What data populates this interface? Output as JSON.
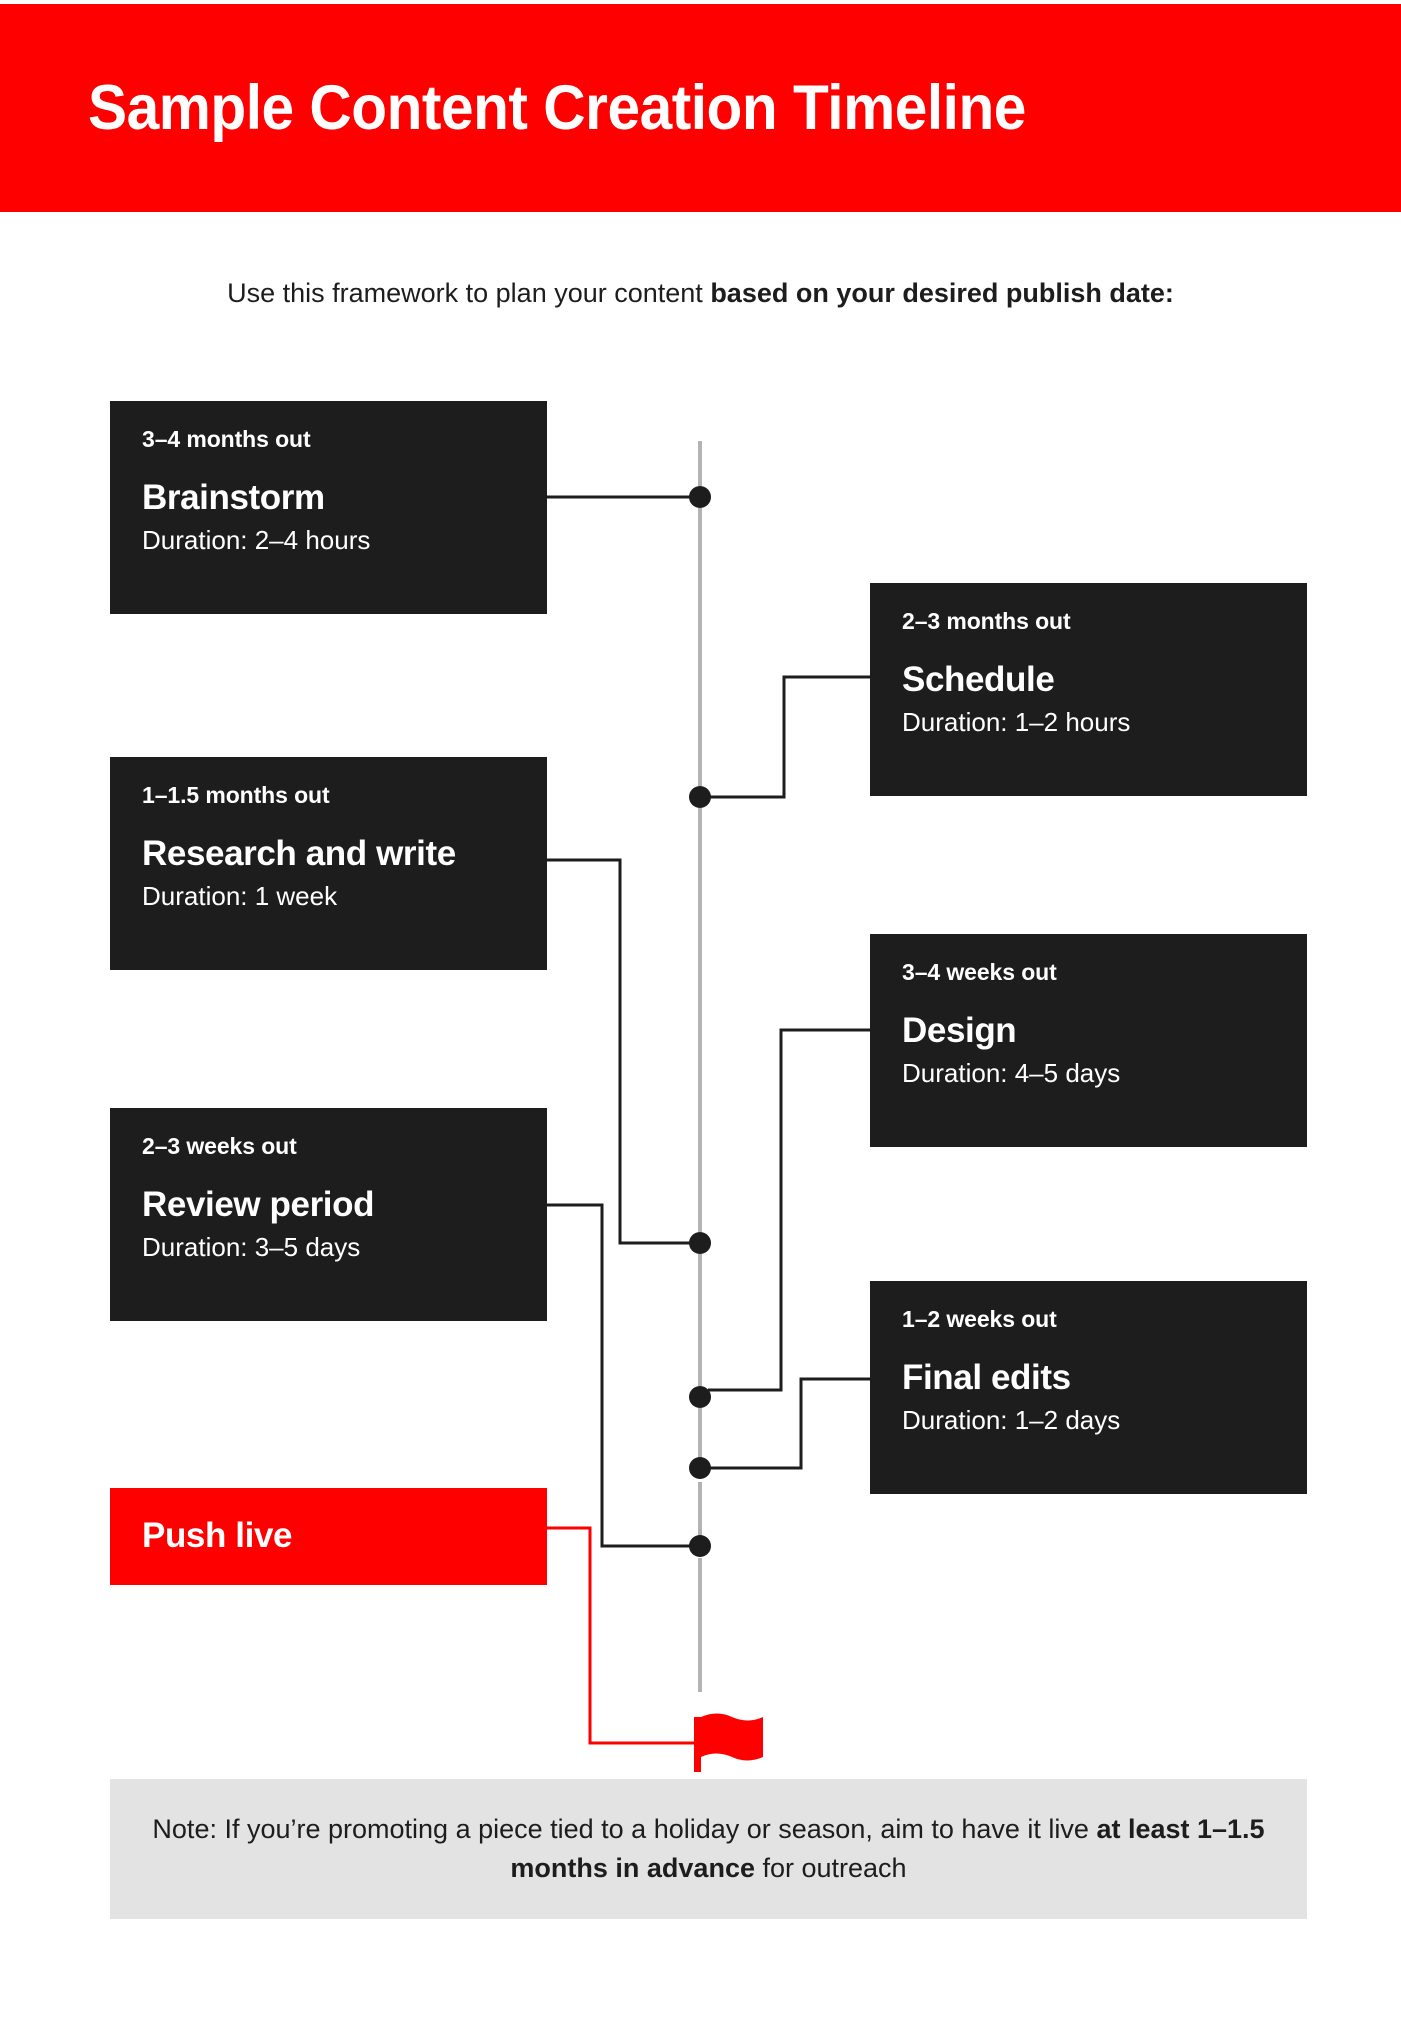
{
  "colors": {
    "brand_red": "#ff0000",
    "card_dark": "#1d1d1d",
    "note_bg": "#e3e3e3",
    "timeline_line": "#b3b3b3",
    "connector": "#1d1d1d"
  },
  "header": {
    "title": "Sample Content Creation Timeline"
  },
  "subtitle": {
    "lead": "Use this framework to plan your content ",
    "emphasis": "based on your desired publish date:"
  },
  "timeline": {
    "axis_label": "vertical-timeline-axis",
    "marker_count": 6,
    "end_marker": "flag-icon"
  },
  "steps": [
    {
      "id": "brainstorm",
      "side": "left",
      "when": "3–4 months out",
      "title": "Brainstorm",
      "duration": "Duration: 2–4 hours"
    },
    {
      "id": "schedule",
      "side": "right",
      "when": "2–3 months out",
      "title": "Schedule",
      "duration": "Duration: 1–2 hours"
    },
    {
      "id": "research",
      "side": "left",
      "when": "1–1.5 months out",
      "title": "Research and write",
      "duration": "Duration: 1 week"
    },
    {
      "id": "design",
      "side": "right",
      "when": "3–4 weeks out",
      "title": "Design",
      "duration": "Duration: 4–5 days"
    },
    {
      "id": "review",
      "side": "left",
      "when": "2–3 weeks out",
      "title": "Review period",
      "duration": "Duration: 3–5 days"
    },
    {
      "id": "final-edits",
      "side": "right",
      "when": "1–2 weeks out",
      "title": "Final edits",
      "duration": "Duration: 1–2 days"
    }
  ],
  "cta": {
    "title": "Push live"
  },
  "note": {
    "lead": "Note: If you’re promoting a piece tied to a holiday or season, aim to have it live ",
    "emphasis": "at least 1–1.5 months in advance",
    "tail": " for outreach"
  }
}
